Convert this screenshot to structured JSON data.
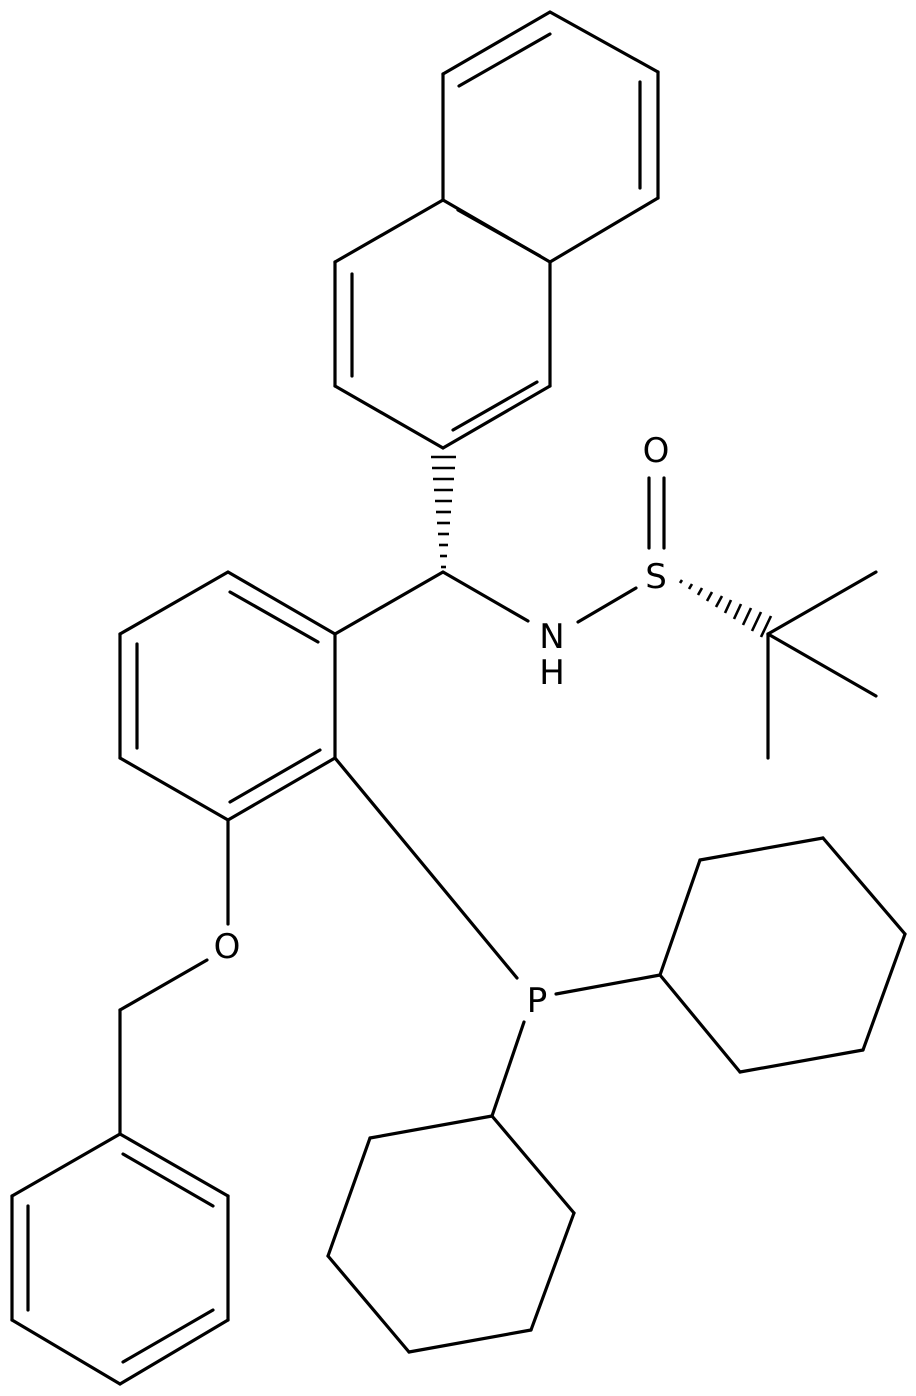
{
  "molecule": {
    "atom_labels": {
      "O_sulfinyl": "O",
      "S": "S",
      "N": "N",
      "H": "H",
      "P": "P",
      "O_ether": "O"
    }
  }
}
